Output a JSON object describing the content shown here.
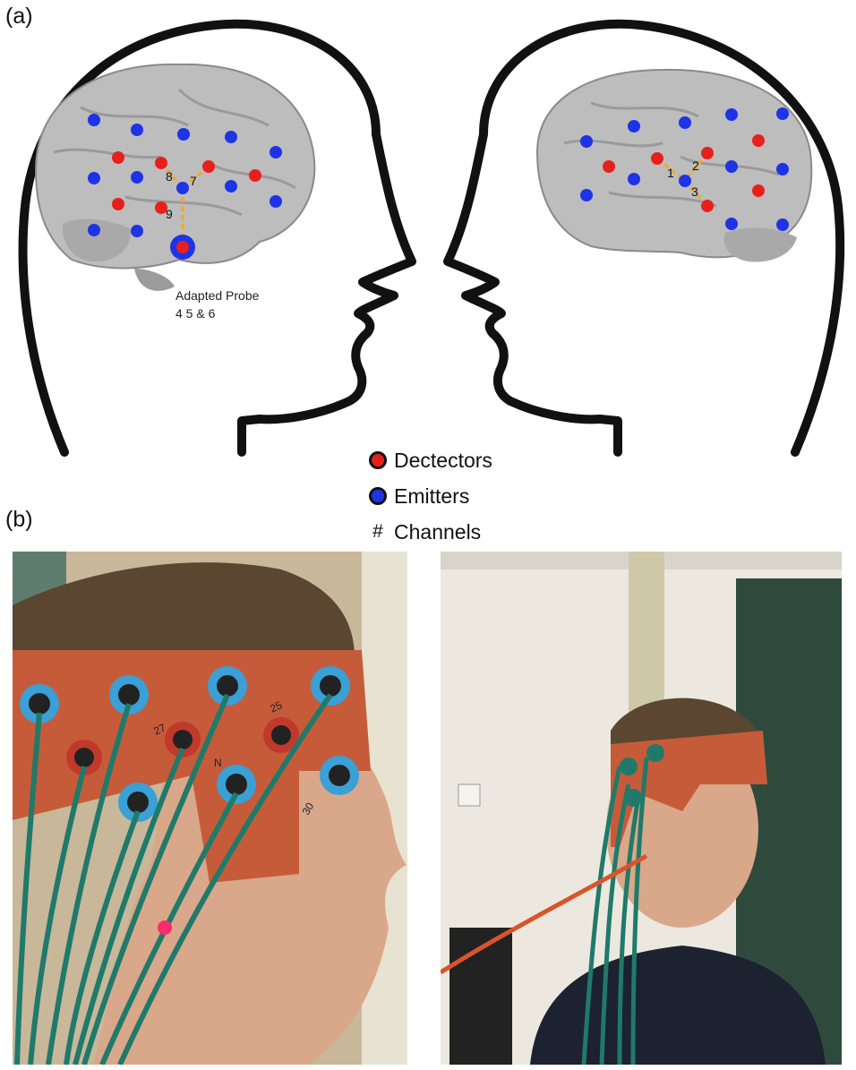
{
  "panels": {
    "a_label": "(a)",
    "b_label": "(b)"
  },
  "diagram": {
    "adapted_probe_line1": "Adapted Probe",
    "adapted_probe_line2": "4 5 & 6",
    "left_channels": [
      "8",
      "7",
      "9"
    ],
    "right_channels": [
      "1",
      "2",
      "3"
    ],
    "colors": {
      "detector": "#e8201c",
      "emitter": "#1f33e6",
      "channel_line": "#f5a623",
      "brain": "#bdbdbd",
      "head_outline": "#111111"
    }
  },
  "legend": {
    "detectors": "Dectectors",
    "emitters": "Emitters",
    "channels_symbol": "#",
    "channels": "Channels"
  },
  "photos": {
    "left_cable_labels": [
      "27",
      "25",
      "N",
      "30"
    ]
  }
}
